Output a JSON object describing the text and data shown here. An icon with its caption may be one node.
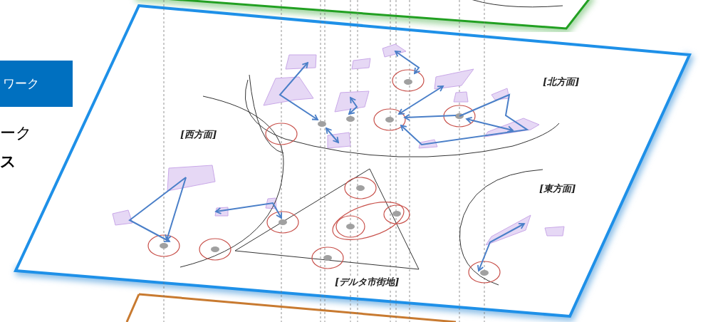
{
  "diagram": {
    "nodes": [
      {
        "text": [
          "ワーク"
        ]
      }
    ],
    "labels": [
      "[北方面]",
      "ーク",
      "ス",
      "[西方面]",
      "[東方面]",
      "[デルタ市街地]"
    ]
  }
}
